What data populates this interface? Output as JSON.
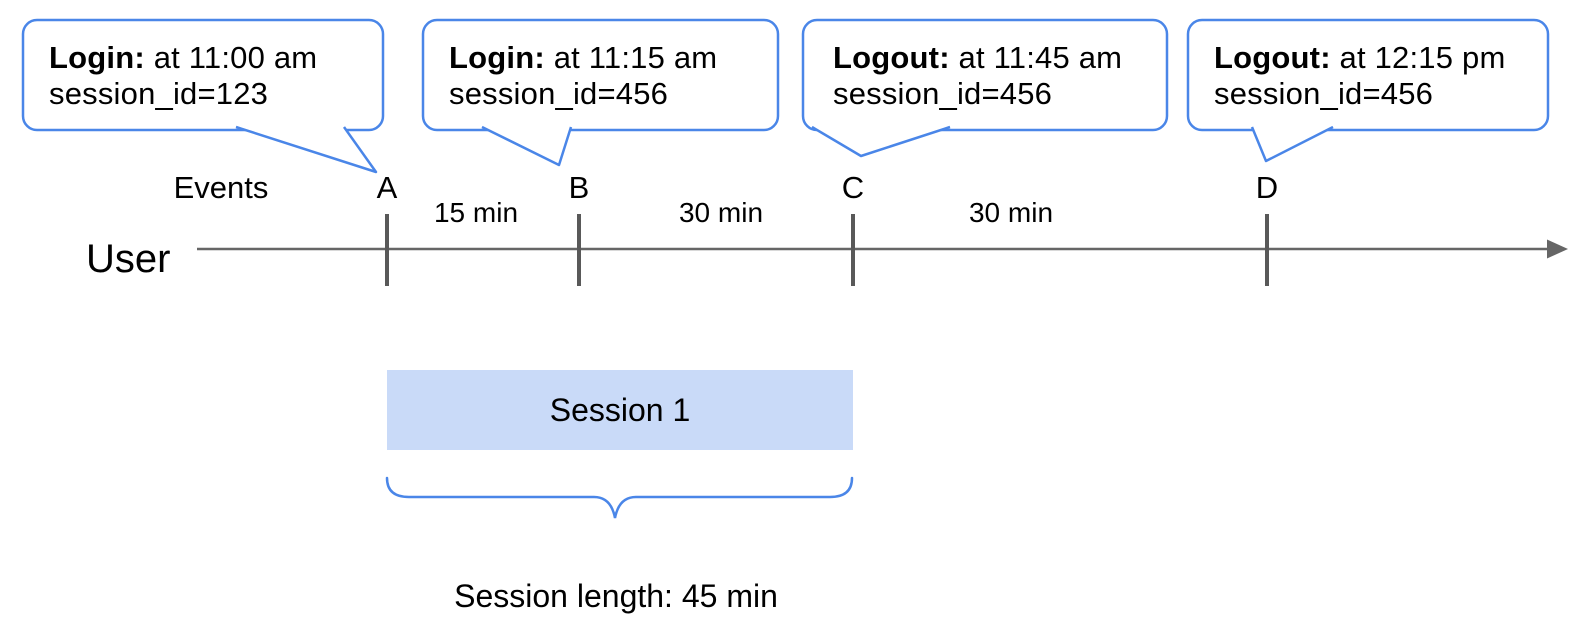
{
  "diagram": {
    "bubbles": [
      {
        "event_type": "Login:",
        "time_text": " at 11:00 am",
        "session_text": "session_id=123"
      },
      {
        "event_type": "Login:",
        "time_text": " at 11:15 am",
        "session_text": "session_id=456"
      },
      {
        "event_type": "Logout:",
        "time_text": " at 11:45 am",
        "session_text": "session_id=456"
      },
      {
        "event_type": "Logout:",
        "time_text": " at 12:15 pm",
        "session_text": "session_id=456"
      }
    ],
    "events_label": "Events",
    "user_label": "User",
    "markers": [
      "A",
      "B",
      "C",
      "D"
    ],
    "intervals": [
      "15 min",
      "30 min",
      "30 min"
    ],
    "session_box_label": "Session 1",
    "session_length_label": "Session length: 45 min",
    "colors": {
      "bubble_border": "#4a86e8",
      "brace": "#4a86e8",
      "session_box_fill": "#c9daf8",
      "timeline_gray": "#666666",
      "tick_gray": "#595959",
      "text": "#000000"
    }
  }
}
